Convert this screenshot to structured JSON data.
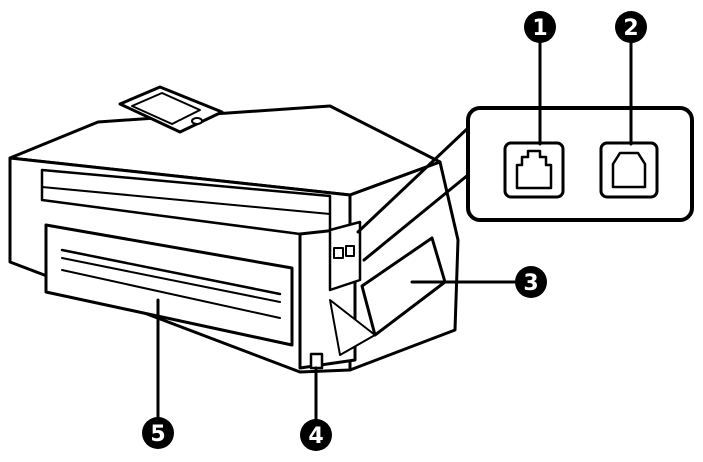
{
  "figure": {
    "colors": {
      "ink": "#000000",
      "paper": "#ffffff"
    },
    "callouts": [
      {
        "id": "1",
        "label": "1",
        "part": "lan-port"
      },
      {
        "id": "2",
        "label": "2",
        "part": "usb-port"
      },
      {
        "id": "3",
        "label": "3",
        "part": "rear-cover"
      },
      {
        "id": "4",
        "label": "4",
        "part": "ac-inlet"
      },
      {
        "id": "5",
        "label": "5",
        "part": "paper-slot"
      }
    ],
    "icons": [
      "ethernet-port-icon",
      "usb-b-port-icon"
    ]
  }
}
